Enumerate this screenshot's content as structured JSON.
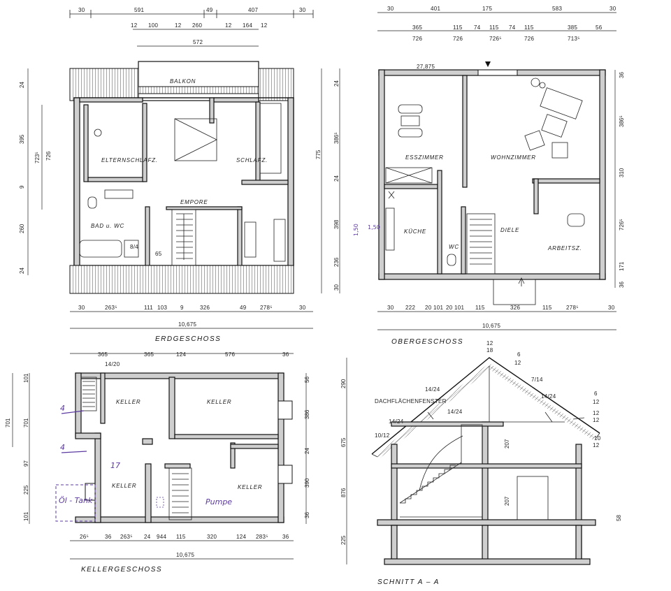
{
  "plans": {
    "erdgeschoss": {
      "title": "ERDGESCHOSS",
      "rooms": {
        "balkon": "BALKON",
        "elternschlafz": "ELTERNSCHLAFZ.",
        "schlafz": "SCHLAFZ.",
        "empore": "EMPORE",
        "bad": "BAD u. WC",
        "stair_note": "65",
        "bath_note": "8/4"
      },
      "dims_top1": [
        "30",
        "591",
        "49",
        "407",
        "30"
      ],
      "dims_top2": [
        "12",
        "100",
        "12",
        "260",
        "12",
        "164",
        "12"
      ],
      "dims_top3": "572",
      "dims_left_outer": [
        "24",
        "395",
        "9",
        "260",
        "24"
      ],
      "dims_left_inner": [
        "723⁵",
        "726"
      ],
      "dims_right": [
        "24",
        "386⁵",
        "24",
        "398",
        "236",
        "30"
      ],
      "dims_right2": "775",
      "dims_bottom": [
        "30",
        "263⁵",
        "111",
        "103",
        "9",
        "326",
        "49",
        "278⁵",
        "30"
      ],
      "total": "10,675"
    },
    "obergeschoss": {
      "title": "OBERGESCHOSS",
      "rooms": {
        "esszimmer": "ESSZIMMER",
        "wohnzimmer": "WOHNZIMMER",
        "kueche": "KÜCHE",
        "wc": "WC",
        "diele": "DIELE",
        "arbeitsz": "ARBEITSZ.",
        "top_note": "27,875"
      },
      "dims_top1": [
        "30",
        "401",
        "175",
        "583",
        "30"
      ],
      "dims_top2": [
        "365",
        "115",
        "74",
        "115",
        "74",
        "115",
        "385",
        "56"
      ],
      "dims_top3": [
        "726",
        "726",
        "726⁵",
        "726",
        "713⁵"
      ],
      "dims_right": [
        "36",
        "386⁵",
        "310",
        "726⁵",
        "171",
        "36"
      ],
      "dims_bottom": [
        "30",
        "222",
        "20",
        "101",
        "20",
        "101",
        "115",
        "326",
        "115",
        "278⁵",
        "30"
      ],
      "ink_left": [
        "1,50",
        "1,50"
      ],
      "total": "10,675"
    },
    "kellergeschoss": {
      "title": "KELLERGESCHOSS",
      "rooms": {
        "keller_tl": "KELLER",
        "keller_tr": "KELLER",
        "keller_bl": "KELLER",
        "keller_br": "KELLER",
        "stair_note": "14/20"
      },
      "ink": {
        "four_a": "4",
        "four_b": "4",
        "seventeen": "17",
        "oeltank": "Öl - Tank",
        "pumpe": "Pumpe"
      },
      "dims_top": [
        "365",
        "365",
        "124",
        "576",
        "36"
      ],
      "dims_left": [
        "101",
        "701",
        "97",
        "225",
        "101"
      ],
      "dims_left_outer": "701",
      "dims_right": [
        "56",
        "386",
        "24",
        "390",
        "36"
      ],
      "dims_bottom": [
        "26⁵",
        "36",
        "263⁵",
        "24",
        "944",
        "115",
        "320",
        "124",
        "283⁵",
        "36"
      ],
      "total": "10,675"
    },
    "schnitt": {
      "title": "SCHNITT  A – A",
      "labels": {
        "dachfenster": "DACHFLÄCHENFENSTER",
        "a": "14/24",
        "b": "14/24",
        "c": "14/24",
        "d": "10/12",
        "e": "7/14",
        "f": "14/24",
        "top1": "12",
        "top2": "18",
        "top3": "6",
        "top4": "12",
        "r1": "6",
        "r2": "12",
        "r3": "12",
        "r4": "12",
        "r5": "10",
        "r6": "12",
        "h1": "207",
        "h2": "207",
        "h_base": "58"
      },
      "dims_left": [
        "290",
        "675",
        "876",
        "225"
      ]
    }
  }
}
